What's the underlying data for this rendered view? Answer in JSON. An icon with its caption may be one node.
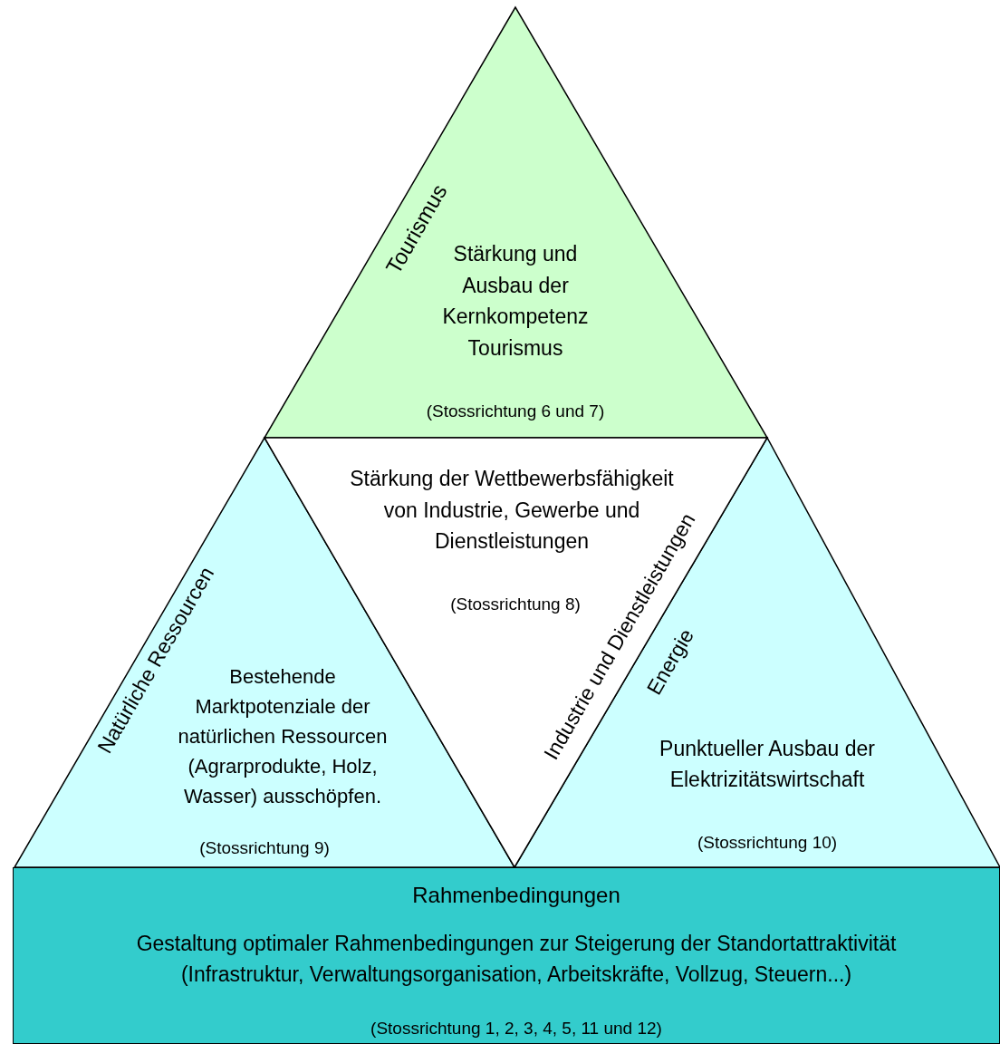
{
  "diagram": {
    "nodes": [
      {
        "text": [
          "Tourismus",
          "Stärkung und Ausbau der Kernkompetenz Tourismus",
          "(Stossrichtung 6 und 7)"
        ]
      },
      {
        "text": [
          "Natürliche Ressourcen",
          "Bestehende Marktpotenziale der natürlichen Ressourcen (Agrarprodukte, Holz, Wasser) ausschöpfen.",
          "(Stossrichtung 9)"
        ]
      },
      {
        "text": [
          "Stärkung der Wettbewerbsfähigkeit von Industrie, Gewerbe und Dienstleistungen",
          "(Stossrichtung 8)",
          "Industrie und Dienstleistungen"
        ]
      },
      {
        "text": [
          "Energie",
          "Punktueller Ausbau der Elektrizitätswirtschaft",
          "(Stossrichtung 10)"
        ]
      },
      {
        "text": [
          "Rahmenbedingungen",
          "Gestaltung optimaler Rahmenbedingungen zur Steigerung der Standortattraktivität (Infrastruktur, Verwaltungsorganisation, Arbeitskräfte, Vollzug, Steuern...)",
          "(Stossrichtung 1, 2, 3, 4, 5, 11 und 12)"
        ]
      }
    ]
  }
}
